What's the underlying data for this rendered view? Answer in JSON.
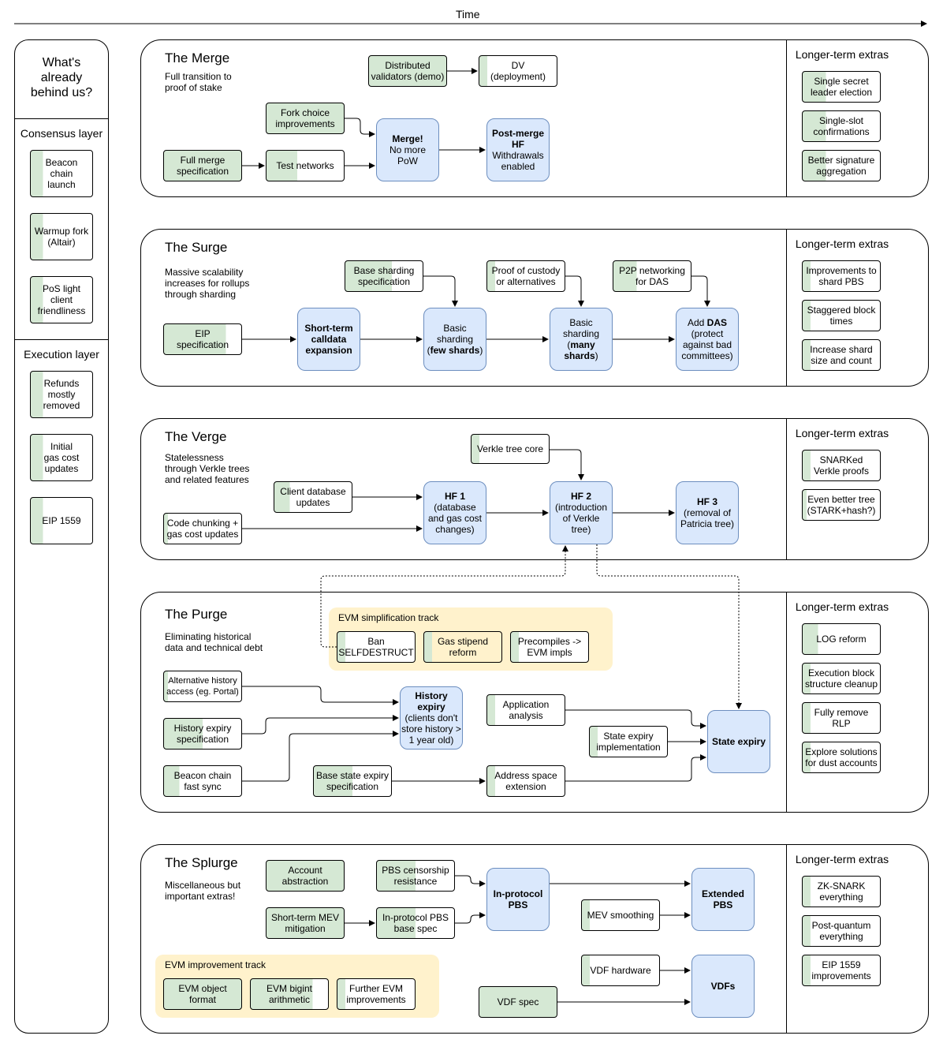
{
  "time_label": "Time",
  "history": {
    "title": "What's\nalready\nbehind us?",
    "consensus_label": "Consensus layer",
    "consensus_items": [
      "Beacon\nchain\nlaunch",
      "Warmup fork\n(Altair)",
      "PoS light\nclient\nfriendliness"
    ],
    "execution_label": "Execution layer",
    "execution_items": [
      "Refunds\nmostly\nremoved",
      "Initial\ngas cost\nupdates",
      "EIP 1559"
    ]
  },
  "extras_label": "Longer-term extras",
  "merge": {
    "title": "The Merge",
    "subtitle": "Full transition to\nproof of stake",
    "distributed_validators": "Distributed\nvalidators (demo)",
    "dv_deployment": "DV\n(deployment)",
    "fork_choice": "Fork choice\nimprovements",
    "full_merge_spec": "Full merge\nspecification",
    "test_networks": "Test networks",
    "merge_title": "Merge!",
    "merge_body": "No more\nPoW",
    "post_merge_title": "Post-merge\nHF",
    "post_merge_body": "Withdrawals\nenabled",
    "extras": [
      "Single secret\nleader election",
      "Single-slot\nconfirmations",
      "Better signature\naggregation"
    ]
  },
  "surge": {
    "title": "The Surge",
    "subtitle": "Massive scalability\nincreases for rollups\nthrough sharding",
    "base_sharding_spec": "Base sharding\nspecification",
    "proof_of_custody": "Proof of custody\nor alternatives",
    "p2p_das": "P2P networking\nfor DAS",
    "eip_spec": "EIP\nspecification",
    "calldata": "Short-term\ncalldata\nexpansion",
    "basic_few_1": "Basic\nsharding\n(",
    "basic_few_bold": "few shards",
    "basic_few_2": ")",
    "basic_many_1": "Basic\nsharding\n(",
    "basic_many_bold": "many\nshards",
    "basic_many_2": ")",
    "das_1": "Add ",
    "das_bold": "DAS",
    "das_2": "\n(protect\nagainst bad\ncommittees)",
    "extras": [
      "Improvements to\nshard PBS",
      "Staggered block\ntimes",
      "Increase shard\nsize and count"
    ]
  },
  "verge": {
    "title": "The Verge",
    "subtitle": "Statelessness\nthrough Verkle trees\nand related features",
    "verkle_core": "Verkle tree core",
    "client_db": "Client database\nupdates",
    "code_chunking": "Code chunking +\ngas cost updates",
    "hf1_title": "HF 1",
    "hf1_body": "(database\nand gas cost\nchanges)",
    "hf2_title": "HF 2",
    "hf2_body": "(introduction\nof Verkle\ntree)",
    "hf3_title": "HF 3",
    "hf3_body": "(removal of\nPatricia tree)",
    "extras": [
      "SNARKed\nVerkle proofs",
      "Even better tree\n(STARK+hash?)"
    ]
  },
  "purge": {
    "title": "The Purge",
    "subtitle": "Eliminating historical\ndata and technical debt",
    "evm_track": "EVM simplification track",
    "ban_selfdestruct": "Ban\nSELFDESTRUCT",
    "gas_stipend": "Gas stipend\nreform",
    "precompiles": "Precompiles ->\nEVM impls",
    "alt_history": "Alternative history\naccess (eg. Portal)",
    "history_expiry_spec": "History expiry\nspecification",
    "beacon_fast_sync": "Beacon chain\nfast sync",
    "history_expiry_title": "History\nexpiry",
    "history_expiry_body": "(clients don't\nstore history >\n1 year old)",
    "app_analysis": "Application\nanalysis",
    "state_expiry_impl": "State expiry\nimplementation",
    "base_state_expiry": "Base state expiry\nspecification",
    "address_space": "Address space\nextension",
    "state_expiry": "State expiry",
    "extras": [
      "LOG reform",
      "Execution block\nstructure cleanup",
      "Fully remove\nRLP",
      "Explore solutions\nfor dust accounts"
    ]
  },
  "splurge": {
    "title": "The Splurge",
    "subtitle": "Miscellaneous but\nimportant extras!",
    "account_abstraction": "Account\nabstraction",
    "pbs_censorship": "PBS censorship\nresistance",
    "short_term_mev": "Short-term MEV\nmitigation",
    "inprotocol_pbs_spec": "In-protocol PBS\nbase spec",
    "inprotocol_pbs": "In-protocol\nPBS",
    "mev_smoothing": "MEV smoothing",
    "extended_pbs": "Extended\nPBS",
    "evm_track": "EVM improvement track",
    "evm_object_format": "EVM object\nformat",
    "evm_bigint": "EVM bigint\narithmetic",
    "further_evm": "Further EVM\nimprovements",
    "vdf_hardware": "VDF hardware",
    "vdf_spec": "VDF spec",
    "vdfs": "VDFs",
    "extras": [
      "ZK-SNARK\neverything",
      "Post-quantum\neverything",
      "EIP 1559\nimprovements"
    ]
  },
  "colors": {
    "green_fill": "#d5e8d4",
    "blue_fill": "#dae8fc",
    "blue_border": "#6c8ebf",
    "track_fill": "#fff2cc"
  }
}
